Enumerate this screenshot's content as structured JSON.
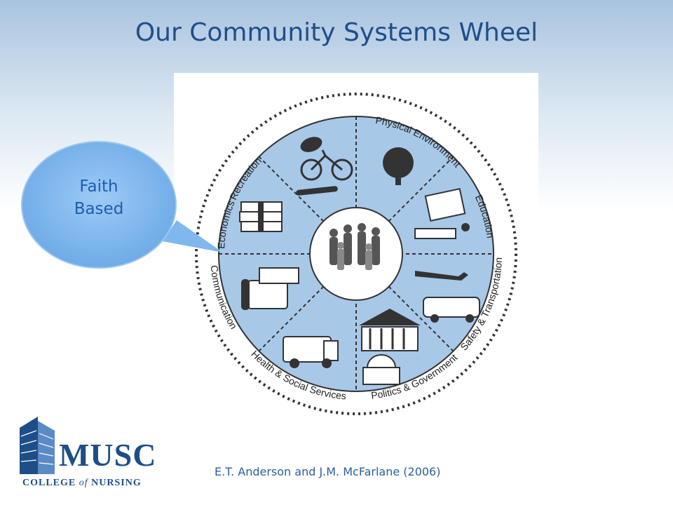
{
  "title": "Our Community Systems Wheel",
  "bubble": {
    "line1": "Faith",
    "line2": "Based"
  },
  "wheel": {
    "segments": [
      "Physical Environment",
      "Education",
      "Safety & Transportation",
      "Politics & Government",
      "Health & Social Services",
      "Communication",
      "Economics",
      "Recreation"
    ]
  },
  "citation": "E.T. Anderson and J.M. McFarlane (2006)",
  "logo": {
    "name": "MUSC",
    "sub_prefix": "COLLEGE ",
    "sub_of": "of",
    "sub_suffix": " NURSING"
  },
  "colors": {
    "title": "#1f4e8c",
    "bubble": "#7fb7ee",
    "wheel_fill": "#a8c8e8",
    "logo": "#1e4e87"
  }
}
